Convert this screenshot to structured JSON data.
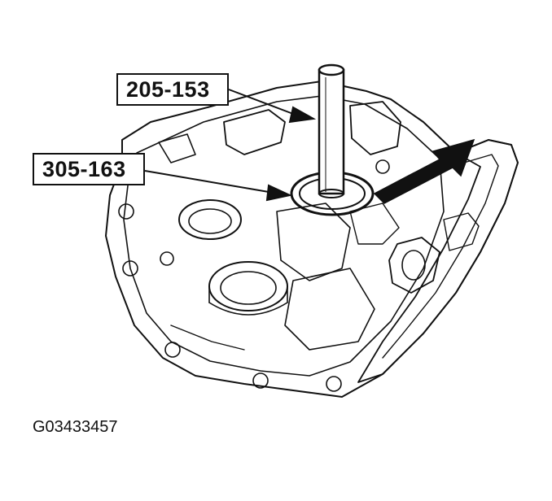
{
  "labels": {
    "tool_1": "205-153",
    "tool_2": "305-163"
  },
  "figure_id": "G03433457",
  "colors": {
    "ink": "#111111",
    "background": "#ffffff"
  }
}
